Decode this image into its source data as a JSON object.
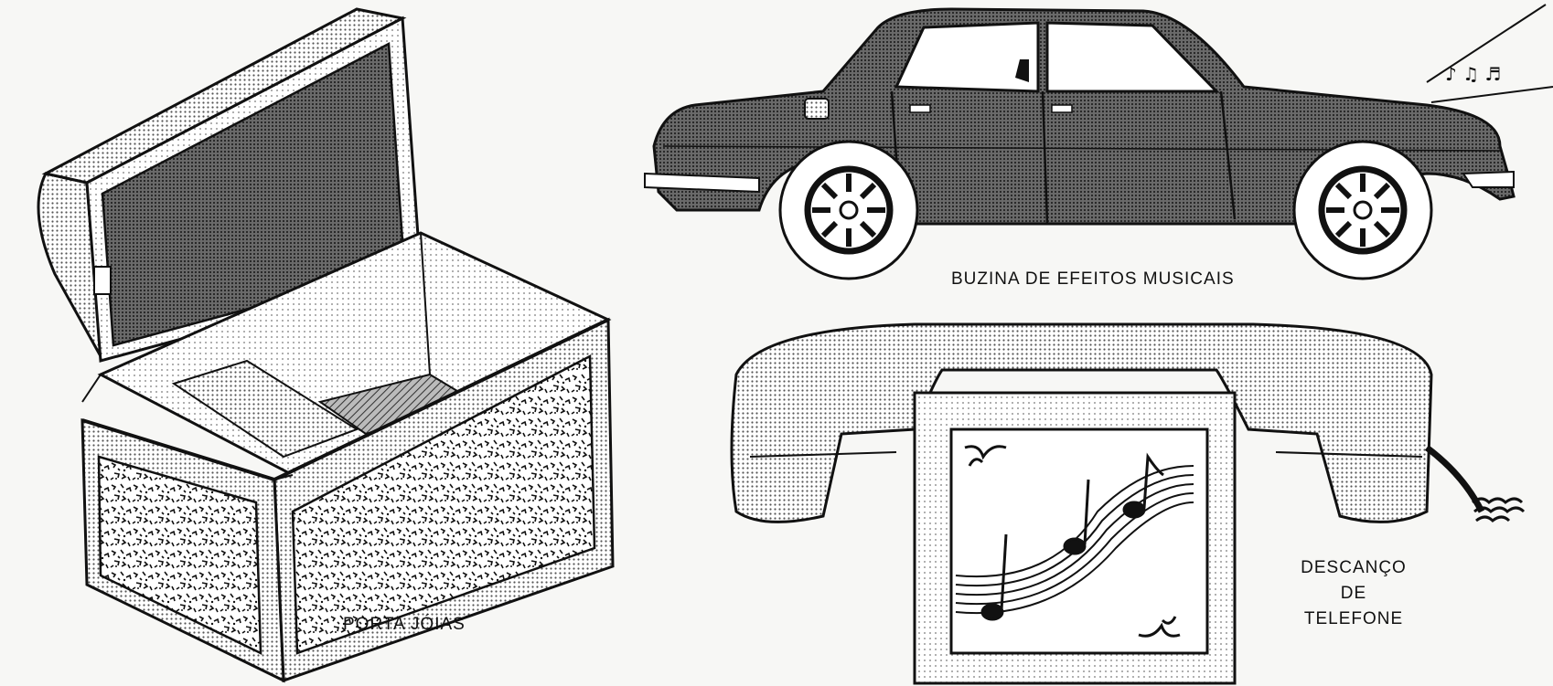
{
  "captions": {
    "porta_joias": "PORTA JÓIAS",
    "buzina": "BUZINA DE EFEITOS MUSICAIS",
    "descanco_line1": "DESCANÇO",
    "descanco_line2": "DE",
    "descanco_line3": "TELEFONE"
  },
  "colors": {
    "ink": "#111111",
    "paper": "#f7f7f5",
    "dots": "#555555"
  }
}
